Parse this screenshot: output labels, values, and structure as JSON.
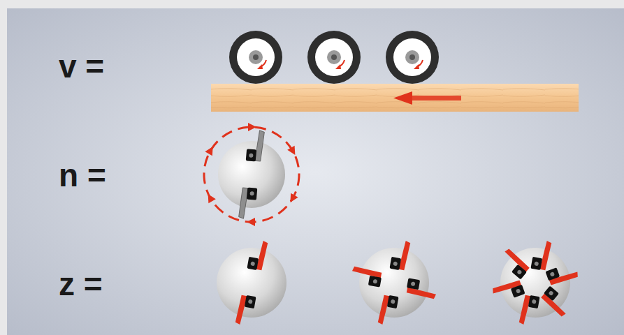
{
  "diagram": {
    "labels": [
      "v =",
      "n =",
      "z ="
    ]
  }
}
